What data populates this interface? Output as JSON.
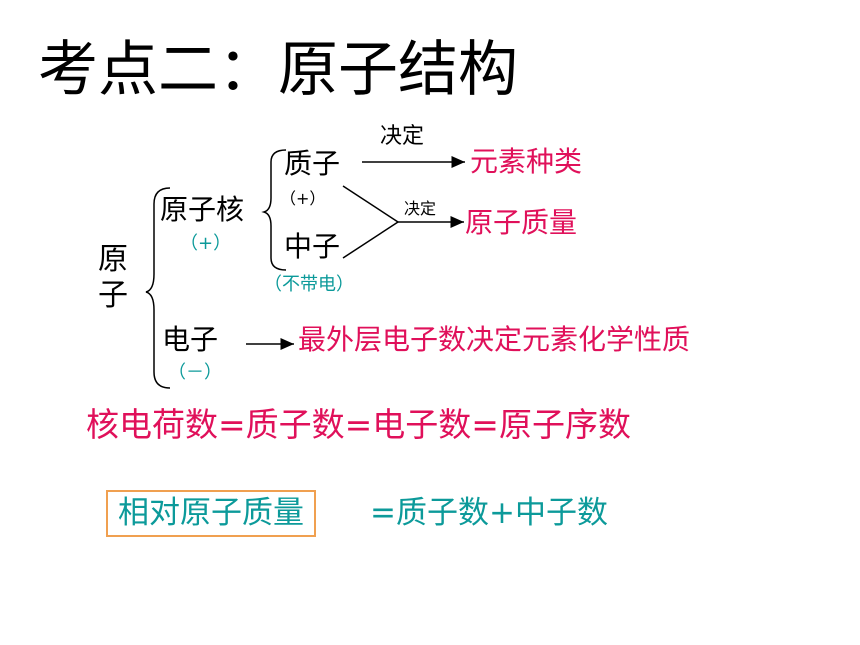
{
  "title": "考点二：原子结构",
  "atom": {
    "char1": "原",
    "char2": "子"
  },
  "nucleus": {
    "label": "原子核",
    "charge": "（+）"
  },
  "proton": {
    "label": "质子",
    "charge": "（+）"
  },
  "neutron": {
    "label": "中子",
    "charge": "（不带电）"
  },
  "electron": {
    "label": "电子",
    "charge": "（－）"
  },
  "decides_top": "决定",
  "decides_mid": "决定",
  "element_type": "元素种类",
  "atomic_mass": "原子质量",
  "outer_electrons": "最外层电子数决定元素化学性质",
  "equation1": "核电荷数=质子数=电子数=原子序数",
  "equation2": {
    "boxed": "相对原子质量",
    "rest": "=质子数+中子数"
  },
  "colors": {
    "accent_pink": "#e0105a",
    "accent_teal": "#0c9a9a",
    "box_border": "#f0a050"
  }
}
